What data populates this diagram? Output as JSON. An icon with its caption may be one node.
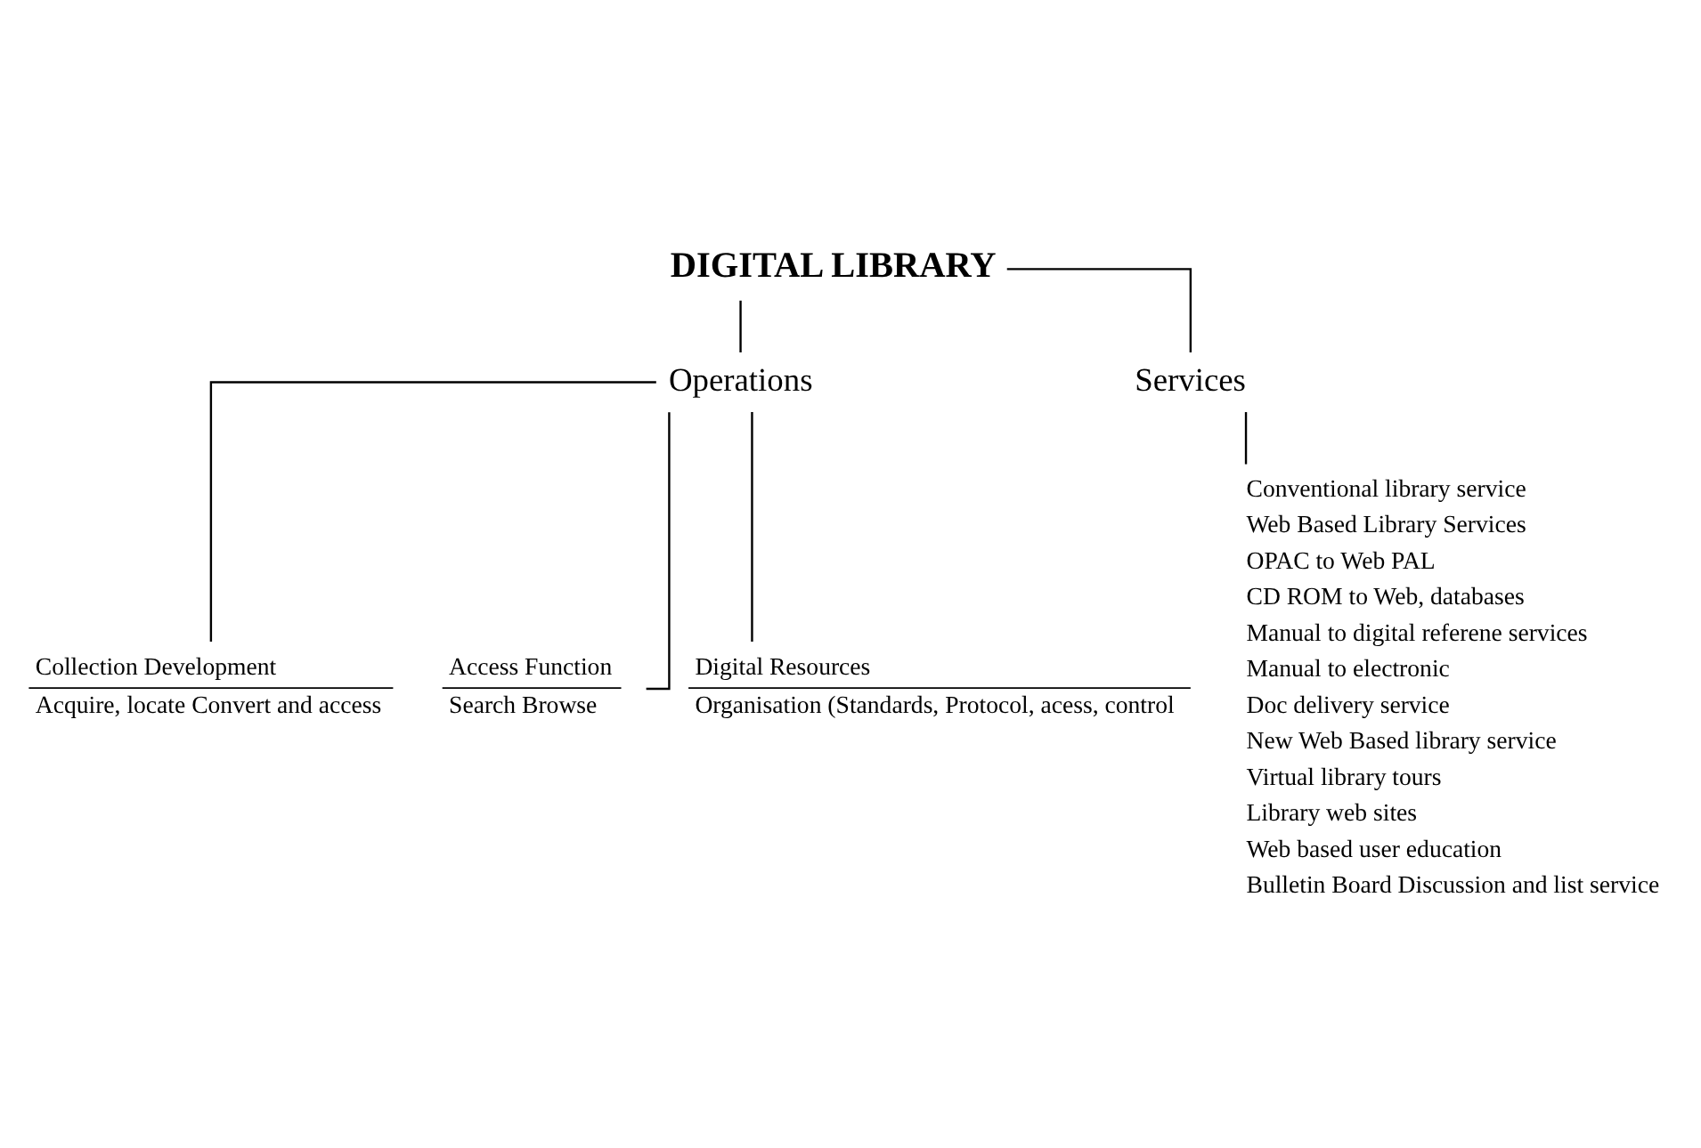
{
  "diagram": {
    "nodes": [
      {
        "text": [
          "DIGITAL LIBRARY"
        ]
      },
      {
        "text": [
          "Operations"
        ]
      },
      {
        "text": [
          "Services"
        ]
      },
      {
        "text": [
          "Collection Development",
          "Acquire, locate Convert and access"
        ]
      },
      {
        "text": [
          "Access Function",
          "Search Browse"
        ]
      },
      {
        "text": [
          "Digital Resources",
          "Organisation (Standards, Protocol, acess, control"
        ]
      },
      {
        "text": [
          "Conventional library service",
          "Web Based Library Services",
          "OPAC to Web PAL",
          "CD ROM to Web, databases",
          "Manual to digital referene services",
          "Manual to electronic",
          "Doc delivery service",
          "New Web Based library service",
          "Virtual library tours",
          "Library web sites",
          "Web based user education",
          "Bulletin Board Discussion and list service"
        ]
      }
    ],
    "edges": [
      {
        "from": 0,
        "to": 1,
        "arrow": "none"
      },
      {
        "from": 0,
        "to": 2,
        "arrow": "none"
      },
      {
        "from": 1,
        "to": 3,
        "arrow": "none"
      },
      {
        "from": 1,
        "to": 4,
        "arrow": "none"
      },
      {
        "from": 1,
        "to": 5,
        "arrow": "none"
      },
      {
        "from": 2,
        "to": 6,
        "arrow": "none"
      }
    ]
  }
}
